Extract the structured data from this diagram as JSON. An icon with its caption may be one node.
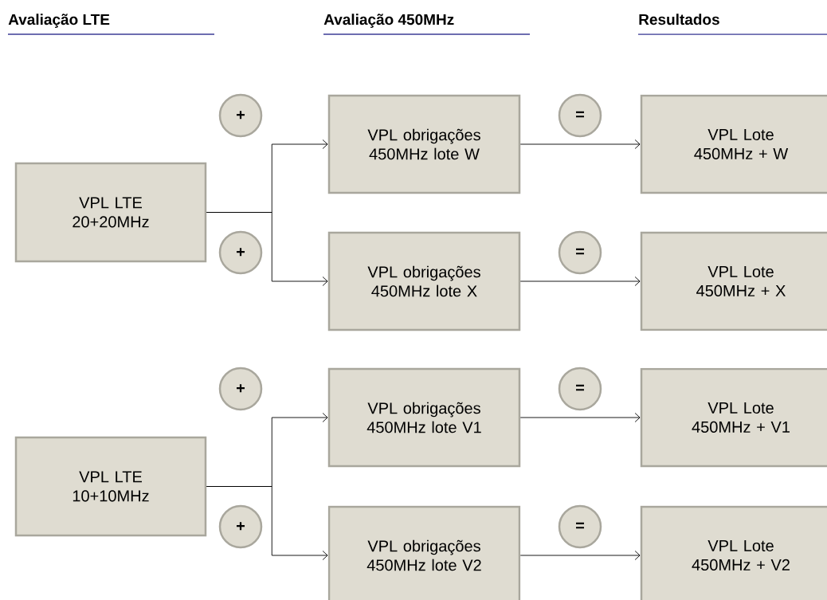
{
  "diagram": {
    "nodes": [
      {
        "text": [
          "+"
        ]
      },
      {
        "text": [
          "VPL obrigações 450MHz lote W"
        ]
      },
      {
        "text": [
          "="
        ]
      },
      {
        "text": [
          "VPL Lote 450MHz + W"
        ]
      },
      {
        "text": [
          "VPL LTE 20+20MHz"
        ]
      },
      {
        "text": [
          "+"
        ]
      },
      {
        "text": [
          "VPL obrigações 450MHz lote X"
        ]
      },
      {
        "text": [
          "="
        ]
      },
      {
        "text": [
          "VPL Lote 450MHz + X"
        ]
      },
      {
        "text": [
          "+"
        ]
      },
      {
        "text": [
          "VPL obrigações 450MHz lote V1"
        ]
      },
      {
        "text": [
          "="
        ]
      },
      {
        "text": [
          "VPL Lote 450MHz + V1"
        ]
      },
      {
        "text": [
          "VPL LTE 10+10MHz"
        ]
      },
      {
        "text": [
          "+"
        ]
      },
      {
        "text": [
          "VPL obrigações 450MHz lote V2"
        ]
      },
      {
        "text": [
          "="
        ]
      },
      {
        "text": [
          "VPL Lote 450MHz + V2"
        ]
      }
    ],
    "edges": [
      {
        "from": 4,
        "to": 1,
        "arrow": "to"
      },
      {
        "from": 4,
        "to": 6,
        "arrow": "to"
      },
      {
        "from": 1,
        "to": 3,
        "arrow": "to"
      },
      {
        "from": 6,
        "to": 8,
        "arrow": "to"
      },
      {
        "from": 13,
        "to": 10,
        "arrow": "to"
      },
      {
        "from": 13,
        "to": 15,
        "arrow": "to"
      },
      {
        "from": 10,
        "to": 12,
        "arrow": "to"
      },
      {
        "from": 15,
        "to": 17,
        "arrow": "to"
      }
    ],
    "labels": [
      "Avaliação LTE",
      "Avaliação 450MHz",
      "Resultados"
    ]
  }
}
